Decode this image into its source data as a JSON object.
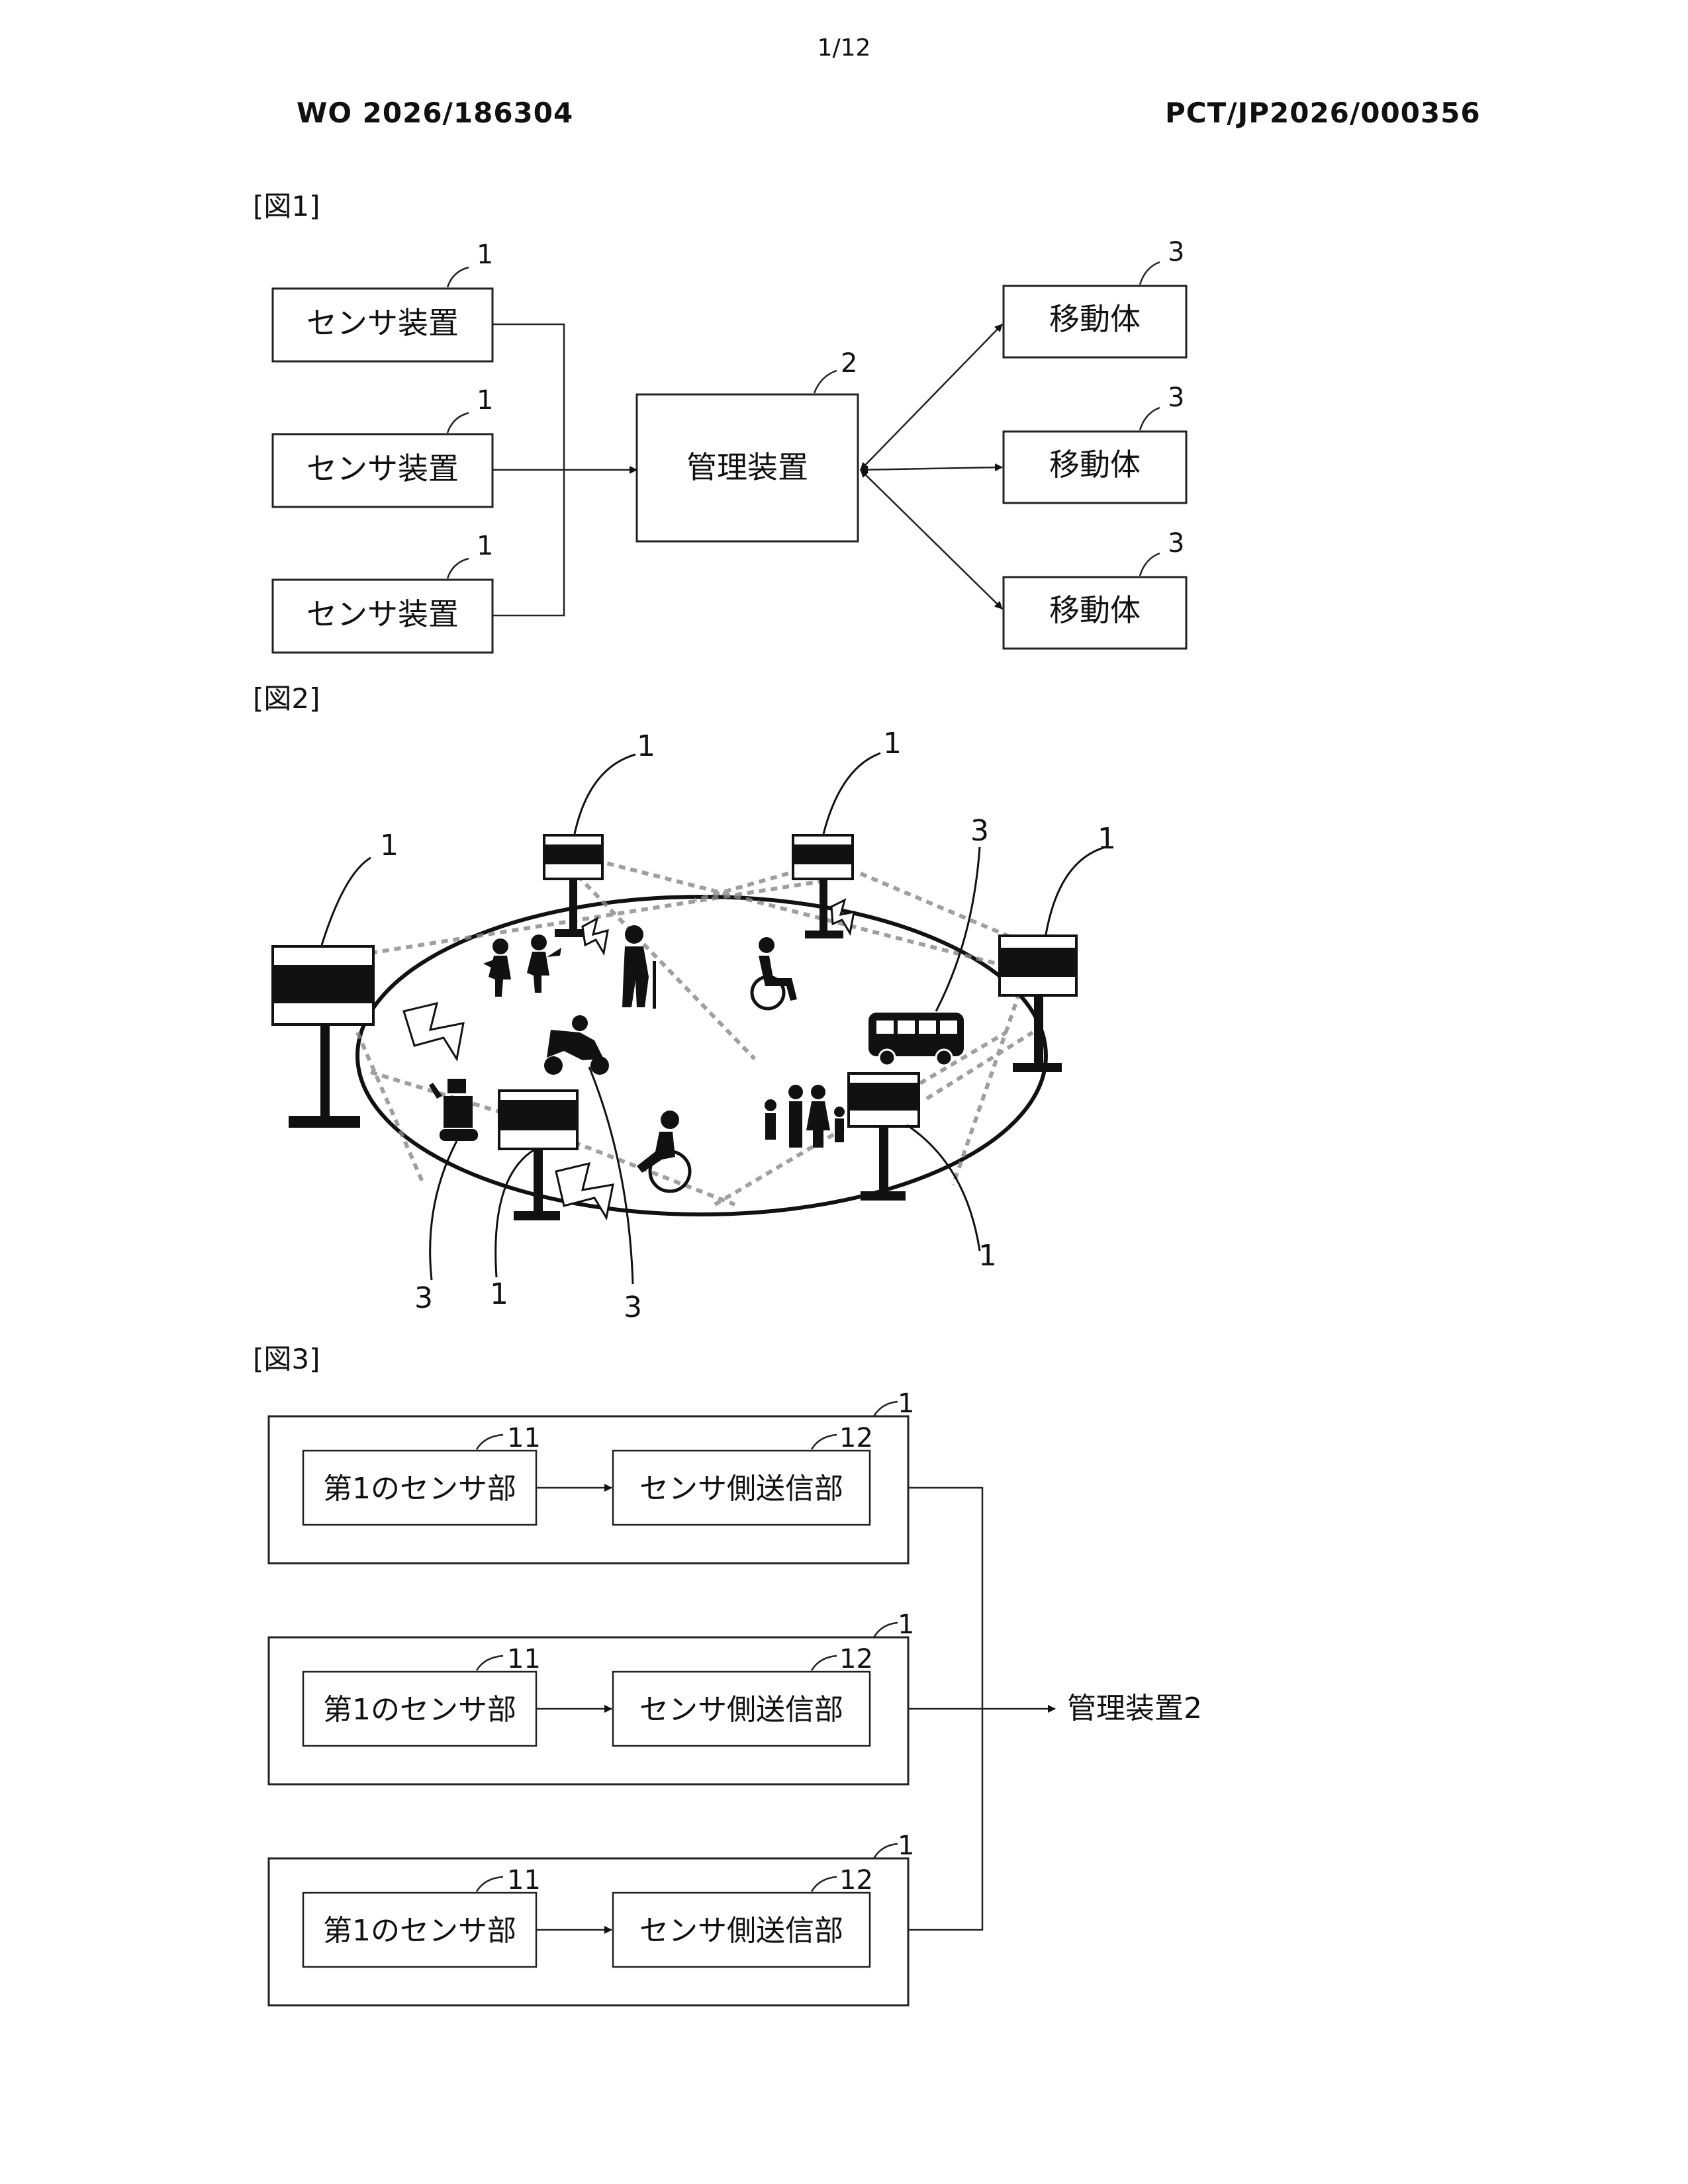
{
  "header": {
    "page_number": "1/12",
    "publication_number": "WO 2026/186304",
    "application_number": "PCT/JP2026/000356"
  },
  "fig1": {
    "label": "[図1]",
    "sensor_label": "センサ装置",
    "manager_label": "管理装置",
    "mobile_label": "移動体",
    "ref_sensor": "1",
    "ref_manager": "2",
    "ref_mobile": "3"
  },
  "fig2": {
    "label": "[図2]",
    "ref_sensor": "1",
    "ref_mobile": "3"
  },
  "fig3": {
    "label": "[図3]",
    "first_sensor_label": "第1のセンサ部",
    "sender_label": "センサ側送信部",
    "manager_target": "管理装置2",
    "ref_device": "1",
    "ref_first_sensor": "11",
    "ref_sender": "12"
  }
}
